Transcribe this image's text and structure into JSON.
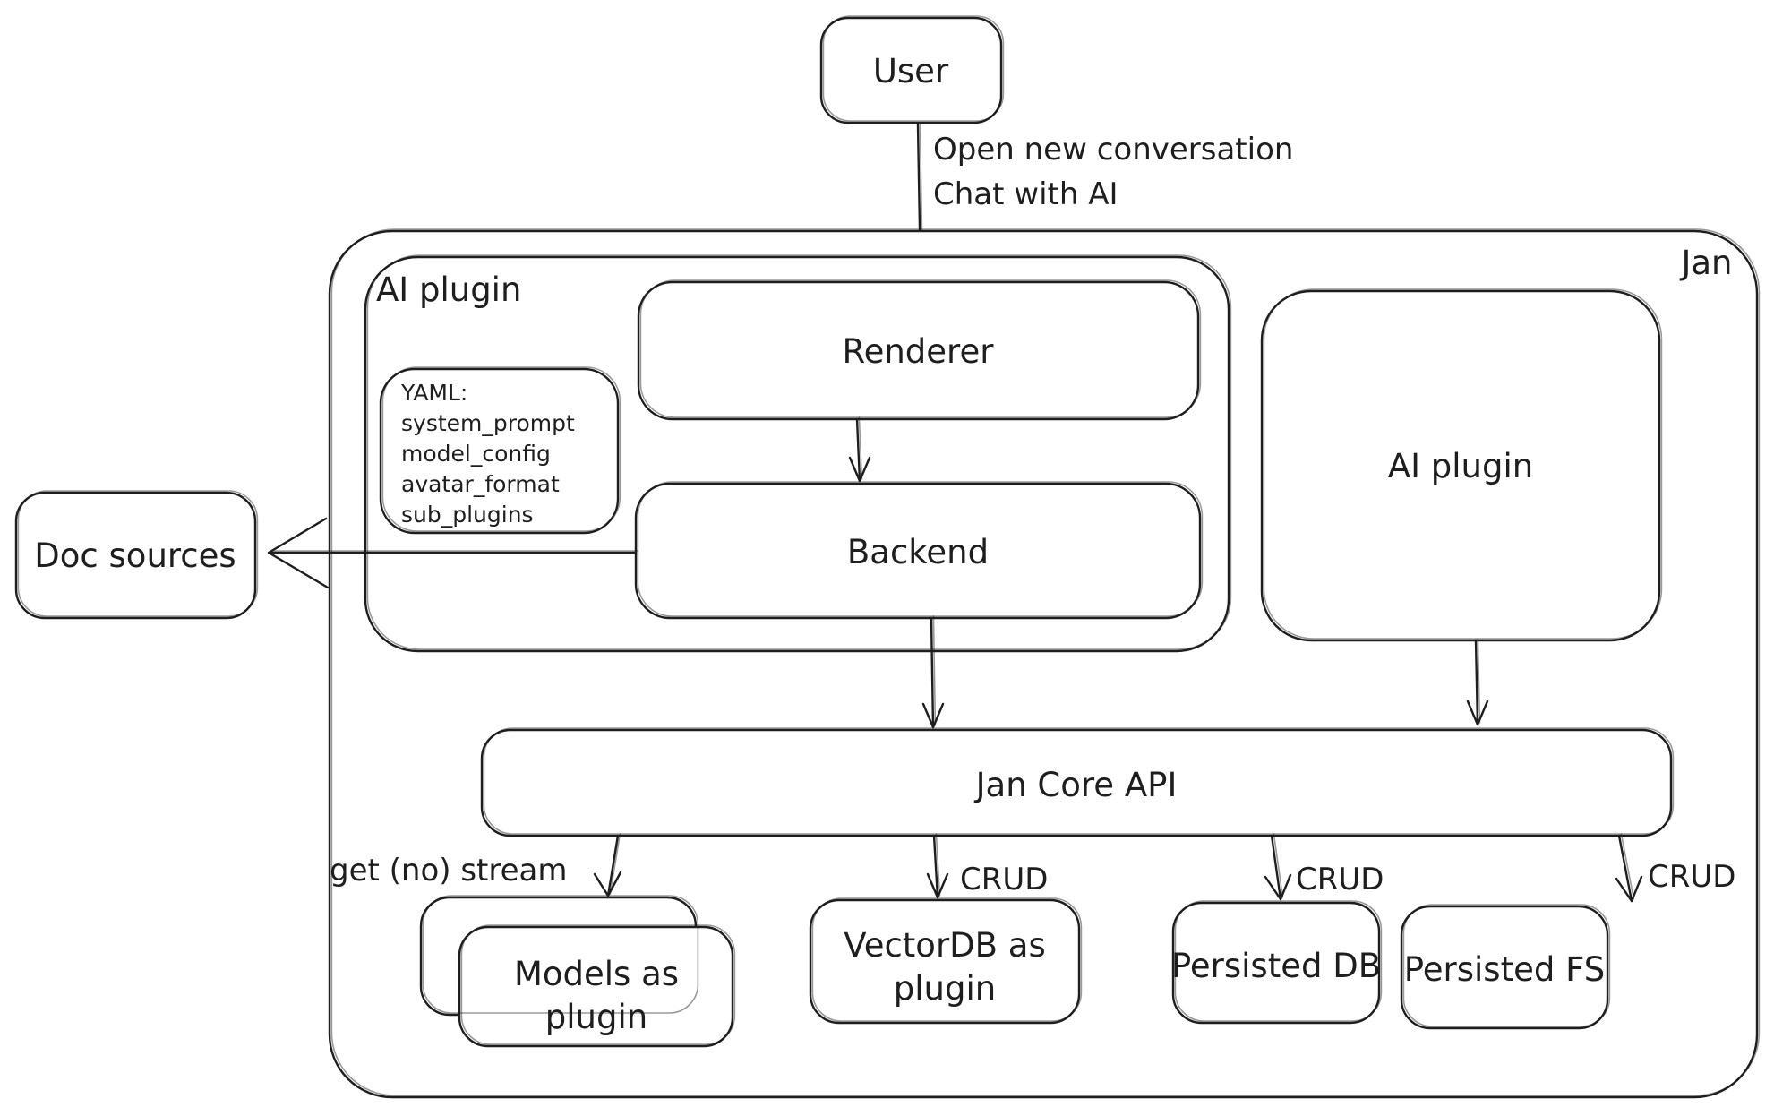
{
  "colors": {
    "stroke": "#1e1e1e",
    "background": "#ffffff"
  },
  "nodes": {
    "user": {
      "label": "User"
    },
    "jan_container": {
      "label": "Jan"
    },
    "ai_plugin_container": {
      "label": "AI plugin"
    },
    "renderer": {
      "label": "Renderer"
    },
    "backend": {
      "label": "Backend"
    },
    "yaml_note": {
      "lines": [
        "YAML:",
        "system_prompt",
        "model_config",
        "avatar_format",
        "sub_plugins"
      ]
    },
    "ai_plugin_right": {
      "label": "AI plugin"
    },
    "doc_sources": {
      "label": "Doc sources"
    },
    "jan_core_api": {
      "label": "Jan Core API"
    },
    "models_plugin": {
      "lines": [
        "Models as",
        "plugin"
      ]
    },
    "vectordb_plugin": {
      "lines": [
        "VectorDB as",
        "plugin"
      ]
    },
    "persisted_db": {
      "label": "Persisted DB"
    },
    "persisted_fs": {
      "label": "Persisted FS"
    }
  },
  "edges": {
    "user_to_renderer": {
      "lines": [
        "Open new conversation",
        "Chat with AI"
      ]
    },
    "backend_to_doc_sources": {
      "label": ""
    },
    "api_to_models": {
      "label": "get (no) stream"
    },
    "api_to_vectordb": {
      "label": "CRUD"
    },
    "api_to_persisted_db": {
      "label": "CRUD"
    },
    "api_to_persisted_fs": {
      "label": "CRUD"
    }
  }
}
